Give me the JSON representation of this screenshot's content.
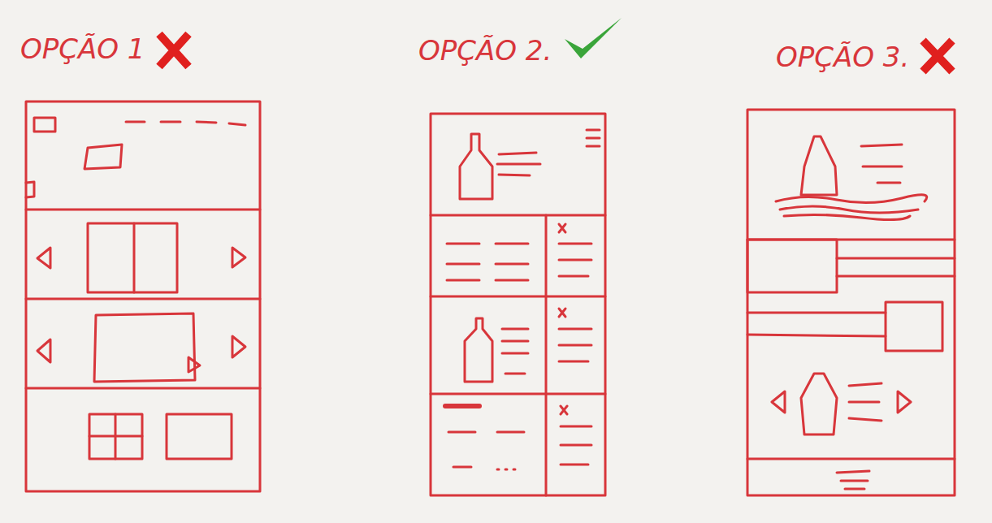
{
  "diagram": {
    "nodes": [
      {
        "text": [
          "OPÇÃO 1"
        ]
      },
      {
        "text": [
          "OPÇÃO 2."
        ]
      },
      {
        "text": [
          "OPÇÃO 3."
        ]
      }
    ]
  }
}
